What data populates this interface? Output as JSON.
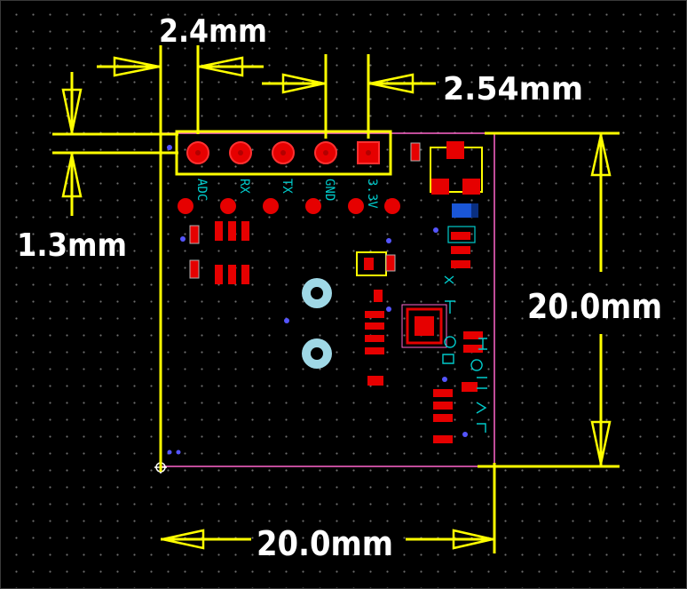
{
  "colors": {
    "background": "#000000",
    "dimension": "#ffff00",
    "dimension_text": "#ffffff",
    "outline": "#ff66cc",
    "pad": "#e60000",
    "pad_ring": "#ff3030",
    "silkscreen": "#00cccc",
    "mount_hole": "#9fd8e6",
    "via": "#5555ff"
  },
  "dimensions": {
    "pin_offset": "2.4mm",
    "pin_pitch": "2.54mm",
    "edge_clearance": "1.3mm",
    "board_height": "20.0mm",
    "board_width": "20.0mm"
  },
  "header_pins": [
    "ADC",
    "RX",
    "TX",
    "GND",
    "3.3V"
  ]
}
